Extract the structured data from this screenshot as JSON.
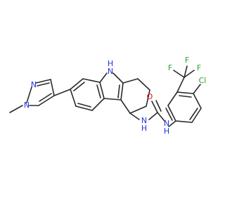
{
  "molecule": {
    "atom_labels": {
      "pyrazole_n1": "N",
      "pyrazole_n2": "N",
      "indole_nh": "N",
      "indole_h": "H",
      "urea_n1": "N",
      "urea_h1": "H",
      "urea_o": "O",
      "urea_n2": "N",
      "urea_h2": "H",
      "cl": "Cl",
      "f1": "F",
      "f2": "F",
      "f3": "F"
    },
    "colors": {
      "bond": "#2b2b2b",
      "nitrogen": "#2233dd",
      "oxygen": "#e01010",
      "halogen": "#2aa52a"
    }
  }
}
